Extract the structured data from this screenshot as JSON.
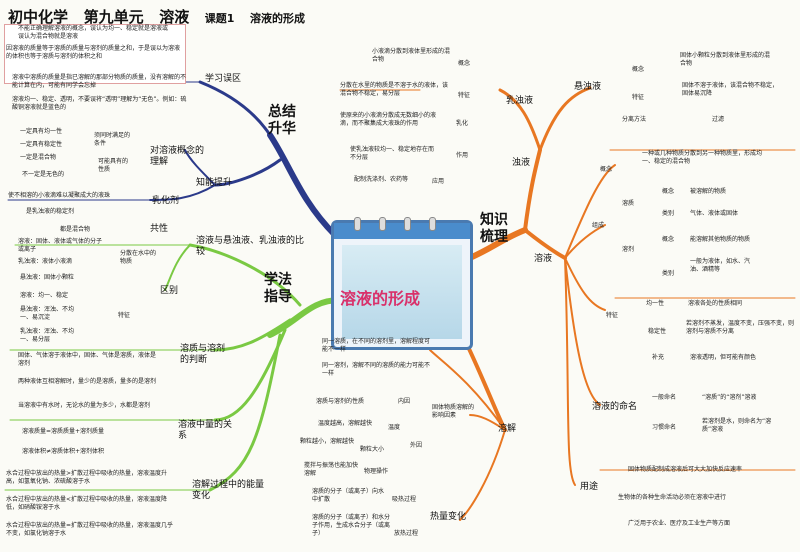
{
  "header": {
    "subject": "初中化学",
    "unit": "第九单元",
    "topic": "溶液",
    "lesson": "课题1",
    "lesson_title": "溶液的形成"
  },
  "center": {
    "title": "溶液的形成"
  },
  "hubs": {
    "summary": "总结升华",
    "knowledge": "知识梳理",
    "method": "学法指导"
  },
  "summary": {
    "misconceptions": {
      "label": "学习误区",
      "items": [
        "不能正确理解溶液的概念，误认为均一、稳定就是溶液或误认为混合物就是溶液",
        "因溶液的质量等于溶质的质量与溶剂的质量之和，于是误以为溶液的体积也等于溶质与溶剂的体积之和",
        "溶液中溶质的质量是指已溶解的那部分物质的质量，没有溶解的不能计算在内，可能有同学会忘掉",
        "溶液均一、稳定、透明，不要误将“透明”理解为“无色”。例如：硫酸铜溶液就是蓝色的"
      ]
    },
    "improve": {
      "label": "知能提升",
      "understand": {
        "label": "对溶液概念的理解",
        "must": {
          "label": "须同时满足的条件",
          "items": [
            "一定具有均一性",
            "一定具有稳定性",
            "一定是混合物"
          ]
        },
        "may": {
          "label": "可能具有的性质",
          "items": [
            "不一定是无色的"
          ]
        }
      },
      "emulsifier": {
        "label": "乳化剂",
        "items": [
          "使不相溶的小液滴难以凝聚成大的液珠",
          "是乳浊液的稳定剂"
        ]
      }
    }
  },
  "method": {
    "compare": {
      "label": "溶液与悬浊液、乳浊液的比较",
      "common": {
        "label": "共性",
        "value": "都是混合物"
      },
      "diff": {
        "label": "区别",
        "dispersed": {
          "label": "分散在水中的物质",
          "items": [
            "溶液：固体、液体或气体的分子或离子",
            "悬浊液：固体小颗粒",
            "乳浊液：液体小液滴"
          ]
        },
        "feature": {
          "label": "特征",
          "items": [
            "溶液：均一、稳定",
            "悬浊液：浑浊、不均一、易沉淀",
            "乳浊液：浑浊、不均一、易分层"
          ]
        }
      }
    },
    "judge": {
      "label": "溶质与溶剂的判断",
      "items": [
        "固体、气体溶于液体中，固体、气体是溶质，液体是溶剂",
        "两种液体互相溶解时，量少的是溶质，量多的是溶剂",
        "当溶液中有水时，无论水的量为多少，水都是溶剂"
      ]
    },
    "mass": {
      "label": "溶液中量的关系",
      "items": [
        "溶液质量=溶质质量+溶剂质量",
        "溶液体积≠溶质体积+溶剂体积"
      ]
    },
    "energy": {
      "label": "溶解过程中的能量变化",
      "items": [
        "水合过程中放出的热量>扩散过程中吸收的热量，溶液温度升高，如氢氧化钠、浓硫酸溶于水",
        "水合过程中放出的热量<扩散过程中吸收的热量，溶液温度降低，如硝酸铵溶于水",
        "水合过程中放出的热量=扩散过程中吸收的热量，溶液温度几乎不变，如氯化钠溶于水"
      ]
    }
  },
  "knowledge": {
    "turbid": {
      "label": "浊液",
      "emulsion": {
        "label": "乳浊液",
        "concept": {
          "label": "概念",
          "value": "小液滴分散到液体里形成的混合物"
        },
        "feature": {
          "label": "特征",
          "values": [
            "分散在水里的物质是不溶于水的液体，该混合物不稳定，易分层"
          ]
        },
        "emulsify": {
          "label": "乳化",
          "values": [
            "使原来的小液滴分散成无数细小的液滴，而不聚集成大液珠的作用",
            "使乳浊液较均一、稳定地存在而不分层"
          ]
        },
        "effect": {
          "label": "作用"
        },
        "use": {
          "label": "应用",
          "value": "配制洗涤剂、农药等"
        }
      },
      "suspension": {
        "label": "悬浊液",
        "concept": {
          "label": "概念",
          "value": "固体小颗粒分散到液体里形成的混合物"
        },
        "feature": {
          "label": "特征",
          "value": "固体不溶于液体，该混合物不稳定，固体易沉降"
        },
        "separation": {
          "label": "分离方法",
          "value": "过滤"
        }
      }
    },
    "solution": {
      "label": "溶液",
      "concept": {
        "label": "概念",
        "value": "一种或几种物质分散到另一种物质里，形成均一、稳定的混合物"
      },
      "composition": {
        "label": "组成",
        "solute": {
          "label": "溶质",
          "concept_label": "概念",
          "concept": "被溶解的物质",
          "kind_label": "类别",
          "kind": "气体、液体或固体"
        },
        "solvent": {
          "label": "溶剂",
          "concept_label": "概念",
          "concept": "能溶解其他物质的物质",
          "kind_label": "类别",
          "kind": "一般为液体，如水、汽油、酒精等"
        }
      },
      "feature": {
        "label": "特征",
        "uniform": {
          "label": "均一性",
          "value": "溶液各处的性质相同"
        },
        "stable": {
          "label": "稳定性",
          "value": "若溶剂不蒸发，温度不变，压强不变，则溶剂与溶质不分离"
        },
        "supplement": {
          "label": "补充",
          "value": "溶液透明，但可能有颜色"
        }
      },
      "naming": {
        "label": "溶液的命名",
        "general": {
          "label": "一般命名",
          "value": "“溶质”的“溶剂”溶液"
        },
        "custom": {
          "label": "习惯命名",
          "value": "若溶剂是水，则命名为“溶质”溶液"
        }
      },
      "usage": {
        "label": "用途",
        "items": [
          "固体物质配制成溶液后可大大加快反应速率",
          "生物体的各种生命活动必须在溶液中进行",
          "广泛用于农业、医疗及工业生产等方面"
        ]
      }
    },
    "dissolve": {
      "label": "溶解",
      "factors": {
        "label": "固体物质溶解的影响因素",
        "internal": {
          "label": "内因",
          "value": "溶质与溶剂的性质"
        },
        "external": {
          "label": "外因",
          "temp": {
            "label": "温度",
            "value": "温度越高，溶解越快"
          },
          "size": {
            "label": "颗粒大小",
            "value": "颗粒越小，溶解越快"
          },
          "stir": {
            "label": "物理操作",
            "value": "搅拌与振荡也能加快溶解"
          }
        }
      },
      "compare": [
        "同一溶质，在不同的溶剂里，溶解程度可能不一样",
        "同一溶剂，溶解不同的溶质的能力可能不一样"
      ],
      "heat": {
        "label": "热量变化",
        "absorb": {
          "label": "吸热过程",
          "value": "溶质的分子（或离子）向水中扩散"
        },
        "release": {
          "label": "放热过程",
          "value": "溶质的分子（或离子）和水分子作用，生成水合分子（或离子）"
        }
      }
    }
  },
  "colors": {
    "solution_branch": "#e87722",
    "turbid_branch": "#e87722",
    "summary_branch": "#2b3a8a",
    "method_branch": "#7ac943",
    "dissolve_branch": "#e87722",
    "note_border": "#e0a0a0",
    "center_title": "#d9306a",
    "center_frame": "#4a7ab0"
  }
}
